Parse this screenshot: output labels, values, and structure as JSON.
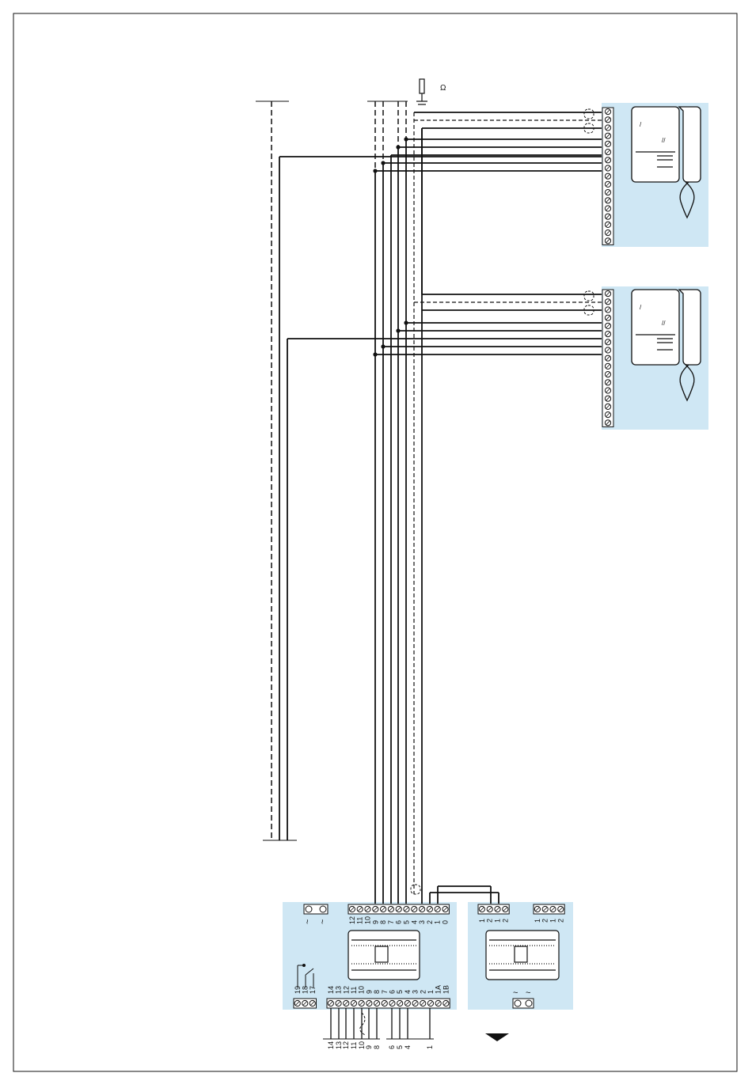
{
  "labels": {
    "resistor": "Ω",
    "tilde": "~"
  },
  "power_unit": {
    "top_terminals": [
      "12",
      "11",
      "10",
      "9",
      "8",
      "7",
      "6",
      "5",
      "4",
      "3",
      "2",
      "1",
      "0"
    ],
    "bottom_terminals": [
      "14",
      "13",
      "12",
      "11",
      "10",
      "9",
      "8",
      "7",
      "6",
      "5",
      "4",
      "3",
      "2",
      "1",
      "1A",
      "1B"
    ],
    "left_terminals": [
      "19",
      "18",
      "17"
    ]
  },
  "amp_unit": {
    "terminals_a": [
      "1",
      "2",
      "1",
      "2"
    ],
    "terminals_b": [
      "1",
      "2",
      "1",
      "2"
    ]
  },
  "bottom_wire_labels": [
    "14",
    "13",
    "12",
    "11",
    "10",
    "9",
    "8",
    "6",
    "5",
    "4",
    "1"
  ],
  "colors": {
    "panel": "#cfe7f4",
    "line": "#111111"
  }
}
